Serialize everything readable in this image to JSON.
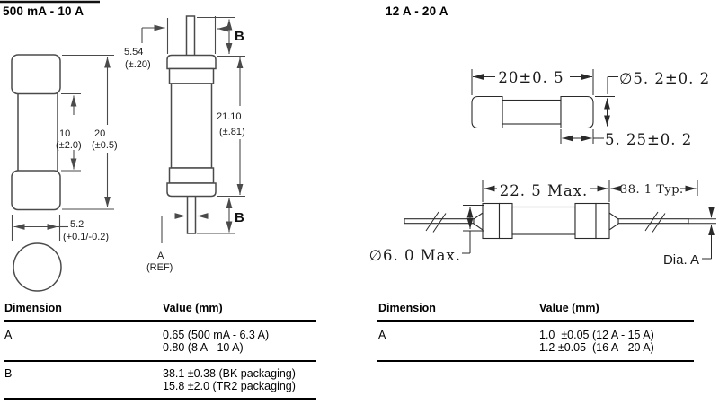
{
  "left": {
    "title": "500 mA - 10 A",
    "front": {
      "d10": "10",
      "d10t": "(±2.0)",
      "d20": "20",
      "d20t": "(±0.5)",
      "d52": "5.2",
      "d52t": "(+0.1/-0.2)"
    },
    "axial": {
      "d554": "5.54",
      "d554t": "(±.20)",
      "d2110": "21.10",
      "d2110t": "(±.81)",
      "bTop": "B",
      "bBottom": "B",
      "a": "A",
      "aRef": "(REF)"
    },
    "table": {
      "colDimension": "Dimension",
      "colValue": "Value (mm)",
      "rows": [
        {
          "dim": "A",
          "l1": "0.65 (500 mA - 6.3 A)",
          "l2": "0.80 (8 A - 10 A)"
        },
        {
          "dim": "B",
          "l1": "38.1 ±0.38 (BK packaging)",
          "l2": "15.8 ±2.0 (TR2 packaging)"
        }
      ]
    }
  },
  "right": {
    "title": "12 A - 20 A",
    "body": {
      "dLength": "20±0. 5",
      "dDia": "∅5. 2±0. 2",
      "dCap": "5. 25±0. 2"
    },
    "axial": {
      "dBody": "22. 5 Max.",
      "dLead": "38. 1 Typ.",
      "dDia": "∅6. 0 Max.",
      "dLeadDia": "Dia. A"
    },
    "table": {
      "colDimension": "Dimension",
      "colValue": "Value (mm)",
      "rows": [
        {
          "dim": "A",
          "l1": "1.0  ±0.05 (12 A - 15 A)",
          "l2": "1.2 ±0.05  (16 A - 20 A)"
        }
      ]
    }
  },
  "colors": {
    "ink": "#000000",
    "lineLeft": "#4a4a4a",
    "lineRight": "#2a2a2a",
    "bg": "#ffffff"
  }
}
